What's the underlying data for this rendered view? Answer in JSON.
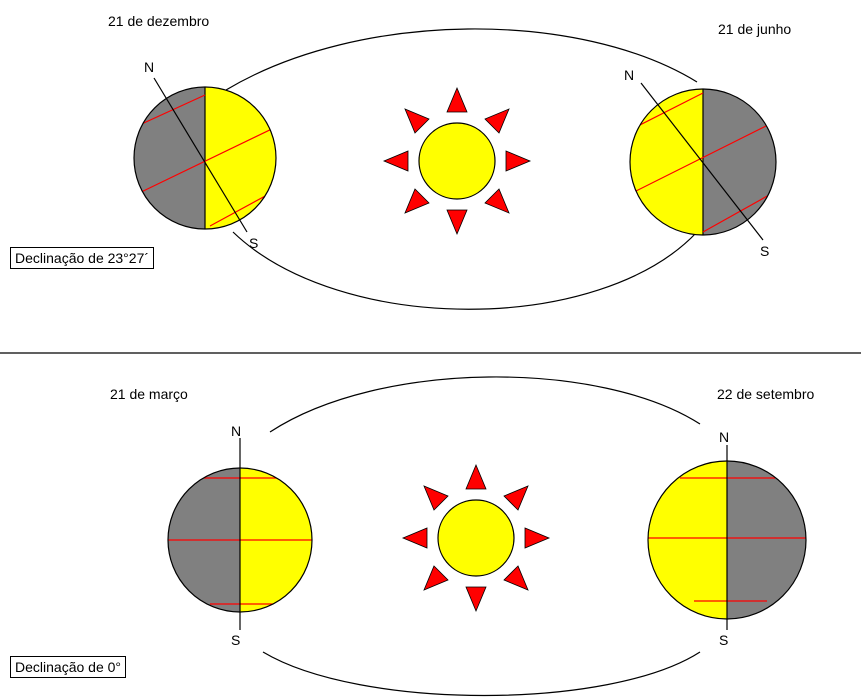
{
  "colors": {
    "dark_side": "#808080",
    "lit_side": "#ffff00",
    "latitude_line": "#ff0000",
    "sun_ray": "#ff0000",
    "outline": "#000000"
  },
  "top_panel": {
    "date_left": "21 de dezembro",
    "date_right": "21 de junho",
    "declination": "Declinação de 23°27´",
    "left_earth": {
      "pole_north": "N",
      "pole_south": "S"
    },
    "right_earth": {
      "pole_north": "N",
      "pole_south": "S"
    }
  },
  "bottom_panel": {
    "date_left": "21 de março",
    "date_right": "22 de setembro",
    "declination": "Declinação de 0°",
    "left_earth": {
      "pole_north": "N",
      "pole_south": "S"
    },
    "right_earth": {
      "pole_north": "N",
      "pole_south": "S"
    }
  },
  "icons": {
    "sun": "sun-icon"
  }
}
